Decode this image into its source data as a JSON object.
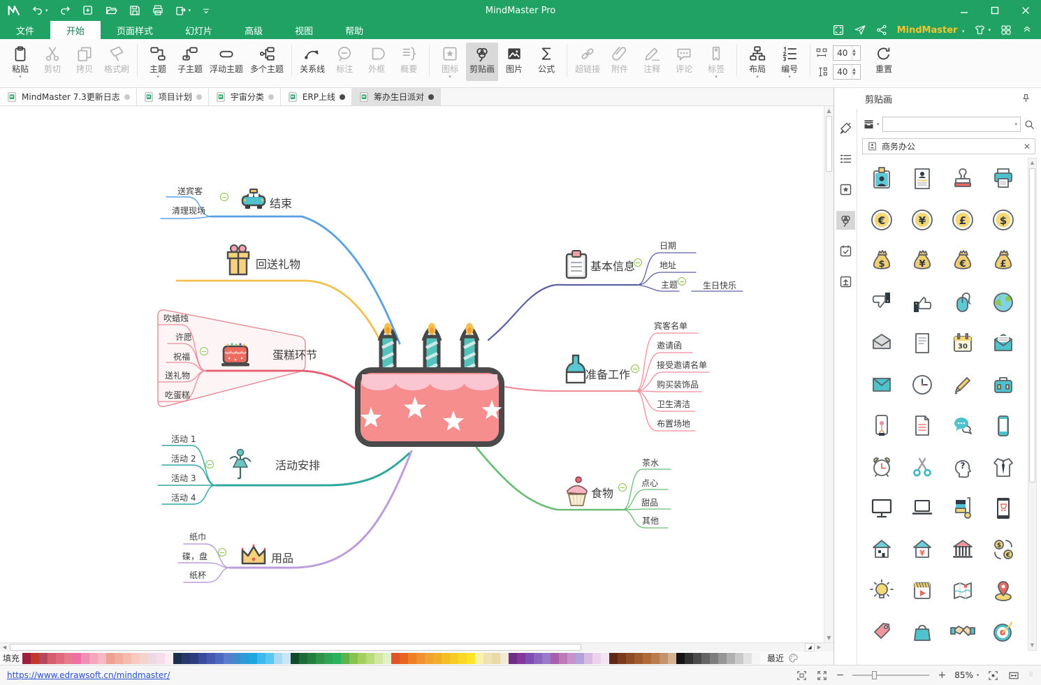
{
  "titlebar": {
    "title": "MindMaster Pro"
  },
  "menubar": {
    "tabs": [
      {
        "label": "文件"
      },
      {
        "label": "开始",
        "active": true
      },
      {
        "label": "页面样式"
      },
      {
        "label": "幻灯片"
      },
      {
        "label": "高级"
      },
      {
        "label": "视图"
      },
      {
        "label": "帮助"
      }
    ],
    "brand": "MindMaster"
  },
  "ribbon": {
    "buttons": [
      {
        "label": "粘贴",
        "icon": "paste",
        "dropdown": true
      },
      {
        "label": "剪切",
        "icon": "cut",
        "disabled": true
      },
      {
        "label": "拷贝",
        "icon": "copy",
        "disabled": true
      },
      {
        "label": "格式刷",
        "icon": "painter",
        "disabled": true
      },
      {
        "sep": true
      },
      {
        "label": "主题",
        "icon": "topic",
        "dropdown": true
      },
      {
        "label": "子主题",
        "icon": "subtopic"
      },
      {
        "label": "浮动主题",
        "icon": "floating"
      },
      {
        "label": "多个主题",
        "icon": "multitopic"
      },
      {
        "sep": true
      },
      {
        "label": "关系线",
        "icon": "relation"
      },
      {
        "label": "标注",
        "icon": "callout",
        "disabled": true
      },
      {
        "label": "外框",
        "icon": "boundary",
        "disabled": true
      },
      {
        "label": "概要",
        "icon": "summary",
        "disabled": true
      },
      {
        "sep": true
      },
      {
        "label": "图标",
        "icon": "iconlib",
        "disabled": true,
        "dropdown": true
      },
      {
        "label": "剪贴画",
        "icon": "clipart",
        "active": true
      },
      {
        "label": "图片",
        "icon": "picture"
      },
      {
        "label": "公式",
        "icon": "formula"
      },
      {
        "sep": true
      },
      {
        "label": "超链接",
        "icon": "hyperlink",
        "disabled": true
      },
      {
        "label": "附件",
        "icon": "attach",
        "disabled": true
      },
      {
        "label": "注释",
        "icon": "note",
        "disabled": true
      },
      {
        "label": "评论",
        "icon": "comment",
        "disabled": true
      },
      {
        "label": "标签",
        "icon": "taglabel",
        "disabled": true,
        "dropdown": true
      },
      {
        "sep": true
      },
      {
        "label": "布局",
        "icon": "layout",
        "dropdown": true
      },
      {
        "label": "编号",
        "icon": "numbering",
        "dropdown": true
      },
      {
        "sep": true
      }
    ],
    "h_spacing": "40",
    "v_spacing": "40",
    "reset_label": "重置"
  },
  "doc_tabs": [
    {
      "label": "MindMaster 7.3更新日志",
      "dot": "light"
    },
    {
      "label": "项目计划",
      "dot": "light"
    },
    {
      "label": "宇宙分类",
      "dot": "light"
    },
    {
      "label": "ERP上线",
      "dot": "dark"
    },
    {
      "label": "筹办生日派对",
      "dot": "dark",
      "active": true
    }
  ],
  "mindmap": {
    "end": "结束",
    "see_guests_off": "送宾客",
    "clean_up": "清理现场",
    "return_gifts": "回送礼物",
    "cake_part": "蛋糕环节",
    "blow_candles": "吹蜡烛",
    "make_wish": "许愿",
    "blessing": "祝福",
    "give_gifts": "送礼物",
    "eat_cake": "吃蛋糕",
    "activities": "活动安排",
    "activity1": "活动 1",
    "activity2": "活动 2",
    "activity3": "活动 3",
    "activity4": "活动 4",
    "supplies": "用品",
    "tissue": "纸巾",
    "plates": "碟，盘",
    "cups": "纸杯",
    "basic_info": "基本信息",
    "date": "日期",
    "address": "地址",
    "theme": "主题",
    "happy_birthday": "生日快乐",
    "preparation": "准备工作",
    "guest_list": "宾客名单",
    "invitation": "邀请函",
    "accepted_list": "接受邀请名单",
    "buy_decorations": "购买装饰品",
    "cleaning": "卫生清洁",
    "venue_setup": "布置场地",
    "food": "食物",
    "tea": "茶水",
    "snacks": "点心",
    "dessert": "甜品",
    "others": "其他"
  },
  "panel": {
    "title": "剪贴画",
    "category": "商务办公",
    "search_value": "",
    "clipart": [
      {
        "name": "id-badge"
      },
      {
        "name": "resume"
      },
      {
        "name": "stamp"
      },
      {
        "name": "printer"
      },
      {
        "name": "coin-euro",
        "symbol": "€"
      },
      {
        "name": "coin-yen",
        "symbol": "¥"
      },
      {
        "name": "coin-pound",
        "symbol": "£"
      },
      {
        "name": "coin-dollar",
        "symbol": "$"
      },
      {
        "name": "moneybag-dollar",
        "symbol": "$"
      },
      {
        "name": "moneybag-yen",
        "symbol": "¥"
      },
      {
        "name": "moneybag-euro",
        "symbol": "€"
      },
      {
        "name": "moneybag-pound",
        "symbol": "£"
      },
      {
        "name": "thumbs-down"
      },
      {
        "name": "thumbs-up"
      },
      {
        "name": "computer-mouse"
      },
      {
        "name": "globe"
      },
      {
        "name": "open-envelope"
      },
      {
        "name": "document"
      },
      {
        "name": "calendar",
        "text": "30"
      },
      {
        "name": "mail-letter"
      },
      {
        "name": "envelope"
      },
      {
        "name": "clock"
      },
      {
        "name": "pencil"
      },
      {
        "name": "briefcase"
      },
      {
        "name": "phone-touch"
      },
      {
        "name": "memo"
      },
      {
        "name": "chat-bubbles"
      },
      {
        "name": "smartphone"
      },
      {
        "name": "alarm-clock"
      },
      {
        "name": "scissors"
      },
      {
        "name": "thinking-head",
        "symbol": "?"
      },
      {
        "name": "shirt-tie"
      },
      {
        "name": "monitor"
      },
      {
        "name": "laptop"
      },
      {
        "name": "hand-truck"
      },
      {
        "name": "tablet-shopping"
      },
      {
        "name": "house"
      },
      {
        "name": "house-yen",
        "symbol": "¥"
      },
      {
        "name": "bank"
      },
      {
        "name": "currency-exchange"
      },
      {
        "name": "idea-bulb"
      },
      {
        "name": "video-player"
      },
      {
        "name": "map"
      },
      {
        "name": "location-pin"
      },
      {
        "name": "price-tag"
      },
      {
        "name": "shopping-bag"
      },
      {
        "name": "handshake"
      },
      {
        "name": "target"
      }
    ]
  },
  "colorbar": {
    "fill_label": "填充",
    "recent_label": "最近",
    "swatches": [
      "#9e1f3d",
      "#c0392b",
      "#b5485d",
      "#d75c6e",
      "#e06a7d",
      "#e87a90",
      "#ef6fa5",
      "#f08fb5",
      "#f5a6bb",
      "#f7b8c6",
      "#efa191",
      "#f2af9f",
      "#f5bcae",
      "#f8cabd",
      "#f3d4cd",
      "#ecd9e6",
      "#f8dcea",
      "#fdeef4",
      "#1d2f4f",
      "#27386b",
      "#2f3d7e",
      "#3a4a9f",
      "#4557ae",
      "#4b69c0",
      "#5a7ccc",
      "#3f8ccc",
      "#2f9ad8",
      "#1fa8e0",
      "#3cb9ea",
      "#57c8f2",
      "#a9d9f2",
      "#c9e6f6",
      "#0f4a2d",
      "#1a6b38",
      "#20803f",
      "#2f9449",
      "#2fa455",
      "#27b45e",
      "#5bb34a",
      "#86c24f",
      "#a4d05f",
      "#b9dc7a",
      "#d2e8a2",
      "#e2f0c8",
      "#e0542a",
      "#e8651f",
      "#ef7f22",
      "#f19030",
      "#f1a232",
      "#f3ae27",
      "#f6bc24",
      "#f8ca26",
      "#f9d827",
      "#fae52a",
      "#faf0a8",
      "#f1e2b4",
      "#e9d9ad",
      "#f2ead3",
      "#6f2d8a",
      "#84389c",
      "#7c4fb0",
      "#8b65c1",
      "#9a78ca",
      "#a85fac",
      "#bd7ab9",
      "#c793cf",
      "#b3a1da",
      "#d7bbe3",
      "#ecd2ea",
      "#f4e3f2",
      "#5e2a17",
      "#7a3a1f",
      "#8f4a26",
      "#a05a30",
      "#b06a3a",
      "#ba7c4d",
      "#c4936b",
      "#d2b293",
      "#141414",
      "#323232",
      "#4b4b4b",
      "#646464",
      "#7d7d7d",
      "#969696",
      "#b0b0b0",
      "#c9c9c9",
      "#e2e2e2",
      "#f5f5f5"
    ]
  },
  "statusbar": {
    "link": "https://www.edrawsoft.cn/mindmaster/",
    "zoom": "85%"
  }
}
